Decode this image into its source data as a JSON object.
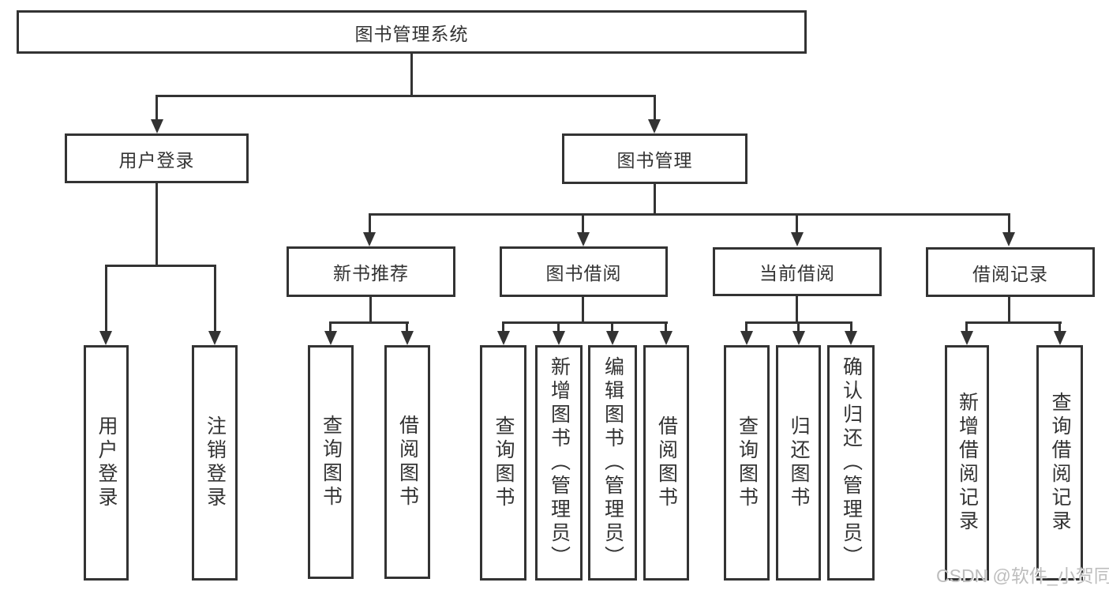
{
  "diagram": {
    "title": "图书管理系统",
    "root": {
      "label": "图书管理系统"
    },
    "level2": [
      {
        "id": "user-login",
        "label": "用户登录"
      },
      {
        "id": "book-management",
        "label": "图书管理"
      }
    ],
    "level3": [
      {
        "id": "new-book-recommend",
        "label": "新书推荐"
      },
      {
        "id": "book-borrow",
        "label": "图书借阅"
      },
      {
        "id": "current-borrow",
        "label": "当前借阅"
      },
      {
        "id": "borrow-record",
        "label": "借阅记录"
      }
    ],
    "leaves": {
      "user_login": [
        "用户登录",
        "注销登录"
      ],
      "new_book": [
        "查询图书",
        "借阅图书"
      ],
      "book_borrow": [
        "查询图书",
        "新增图书（管理员）",
        "编辑图书（管理员）",
        "借阅图书"
      ],
      "current_borrow": [
        "查询图书",
        "归还图书",
        "确认归还（管理员）"
      ],
      "borrow_record": [
        "新增借阅记录",
        "查询借阅记录"
      ]
    }
  },
  "watermark": {
    "text": "CSDN @软件_小贺同学",
    "color": "#bdbdbd"
  },
  "colors": {
    "line": "#333333",
    "border": "#333333",
    "text": "#333333",
    "background": "#ffffff"
  }
}
